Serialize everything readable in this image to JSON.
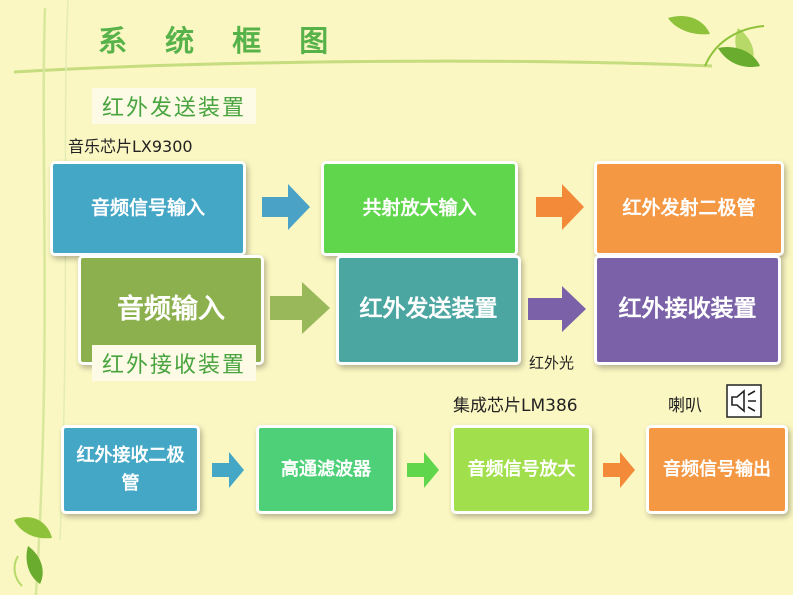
{
  "title": "系 统 框 图",
  "sections": {
    "transmit": "红外发送装置",
    "receive": "红外接收装置"
  },
  "notes": {
    "music_chip": "音乐芯片LX9300",
    "infrared_light": "红外光",
    "amp_chip": "集成芯片LM386",
    "speaker": "喇叭"
  },
  "transmit_row": [
    "音频信号输入",
    "共射放大输入",
    "红外发射二极管"
  ],
  "overview_row": [
    "音频输入",
    "红外发送装置",
    "红外接收装置"
  ],
  "receive_row": [
    "红外接收二极管",
    "高通滤波器",
    "音频信号放大",
    "音频信号输出"
  ],
  "colors": {
    "background": "#fbf7c2",
    "leaf_green": "#8ec23a",
    "title_green": "#58b24a",
    "blue": "#44a7c6",
    "bright_green": "#5fd64b",
    "orange": "#f49844",
    "olive": "#8db04f",
    "teal": "#4ba5a0",
    "purple": "#7b62a8",
    "lime": "#a1e04c",
    "green2": "#4ed078"
  },
  "icons": [
    "leaf-icon",
    "speaker-icon"
  ]
}
